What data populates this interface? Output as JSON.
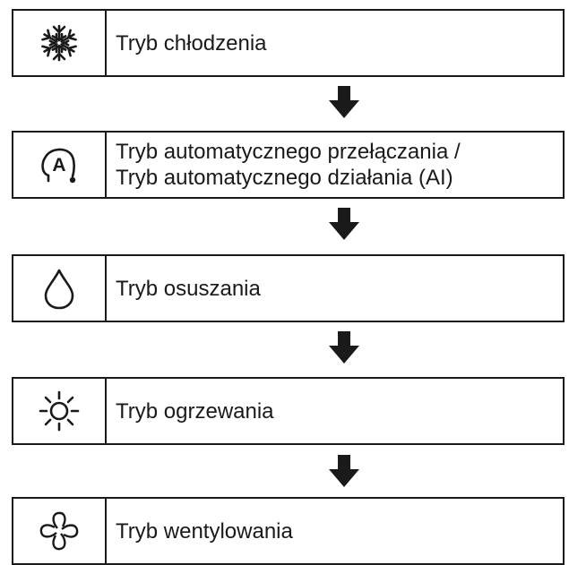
{
  "steps": [
    {
      "icon": "snowflake-icon",
      "lines": [
        "Tryb chłodzenia"
      ]
    },
    {
      "icon": "auto-mode-icon",
      "icon_letter": "A",
      "lines": [
        "Tryb automatycznego przełączania /",
        "Tryb automatycznego działania (AI)"
      ]
    },
    {
      "icon": "water-drop-icon",
      "lines": [
        "Tryb osuszania"
      ]
    },
    {
      "icon": "sun-icon",
      "lines": [
        "Tryb ogrzewania"
      ]
    },
    {
      "icon": "fan-icon",
      "lines": [
        "Tryb wentylowania"
      ]
    }
  ],
  "colors": {
    "line": "#1a1a1a",
    "background": "#ffffff"
  }
}
